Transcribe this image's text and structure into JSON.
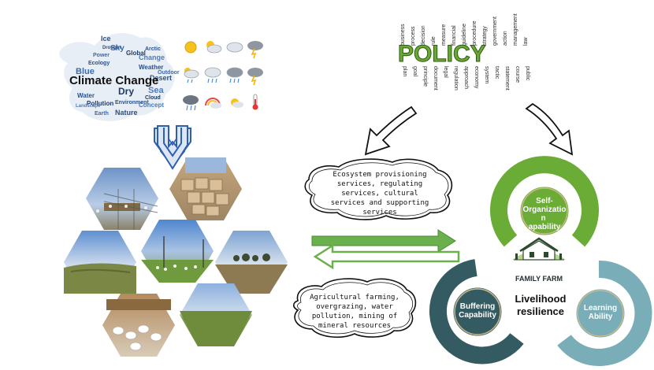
{
  "climate": {
    "title": "Climate Change",
    "words": [
      "Ice",
      "Sky",
      "Global",
      "Change",
      "Arctic",
      "Weather",
      "Blue",
      "Dry",
      "Sea",
      "Water",
      "Ecology",
      "Power",
      "Pollution",
      "Concept",
      "Desert",
      "Nature",
      "Earth",
      "Cloud",
      "Landscape",
      "Environment",
      "Drought",
      "Outdoor"
    ]
  },
  "policy": {
    "title": "POLICY",
    "words": [
      "business",
      "process",
      "decision",
      "rule",
      "measure",
      "financial",
      "guideline",
      "procedure",
      "strategy",
      "government",
      "action",
      "management",
      "law",
      "plan",
      "goal",
      "principle",
      "document",
      "legal",
      "regulation",
      "approach",
      "economy",
      "system",
      "tactic",
      "statement",
      "course",
      "public"
    ]
  },
  "ecosystem_text": "Ecosystem provisioning services, regulating services, cultural services and supporting services",
  "activities_text": "Agricultural farming, overgrazing, water pollution, mining of mineral resources",
  "resilience": {
    "self_org": "Self-Organization Capability",
    "buffering": "Buffering Capability",
    "learning": "Learning Ability",
    "center": "Livelihood resilience",
    "family_farm": "FAMILY FARM"
  },
  "colors": {
    "green": "#6aac35",
    "dark_teal": "#355b62",
    "light_teal": "#79aeb9",
    "arrow_green": "#6ab04c",
    "blue_arrow": "#2f5fb0"
  },
  "icons": [
    "sun-icon",
    "sun-cloud-icon",
    "cloud-icon",
    "storm-icon",
    "rain-sun-icon",
    "rain-icon",
    "cloud-rain-icon",
    "thunder-icon",
    "rain-cloud-icon",
    "rainbow-icon",
    "sun-dots-icon",
    "thermometer-icon"
  ]
}
